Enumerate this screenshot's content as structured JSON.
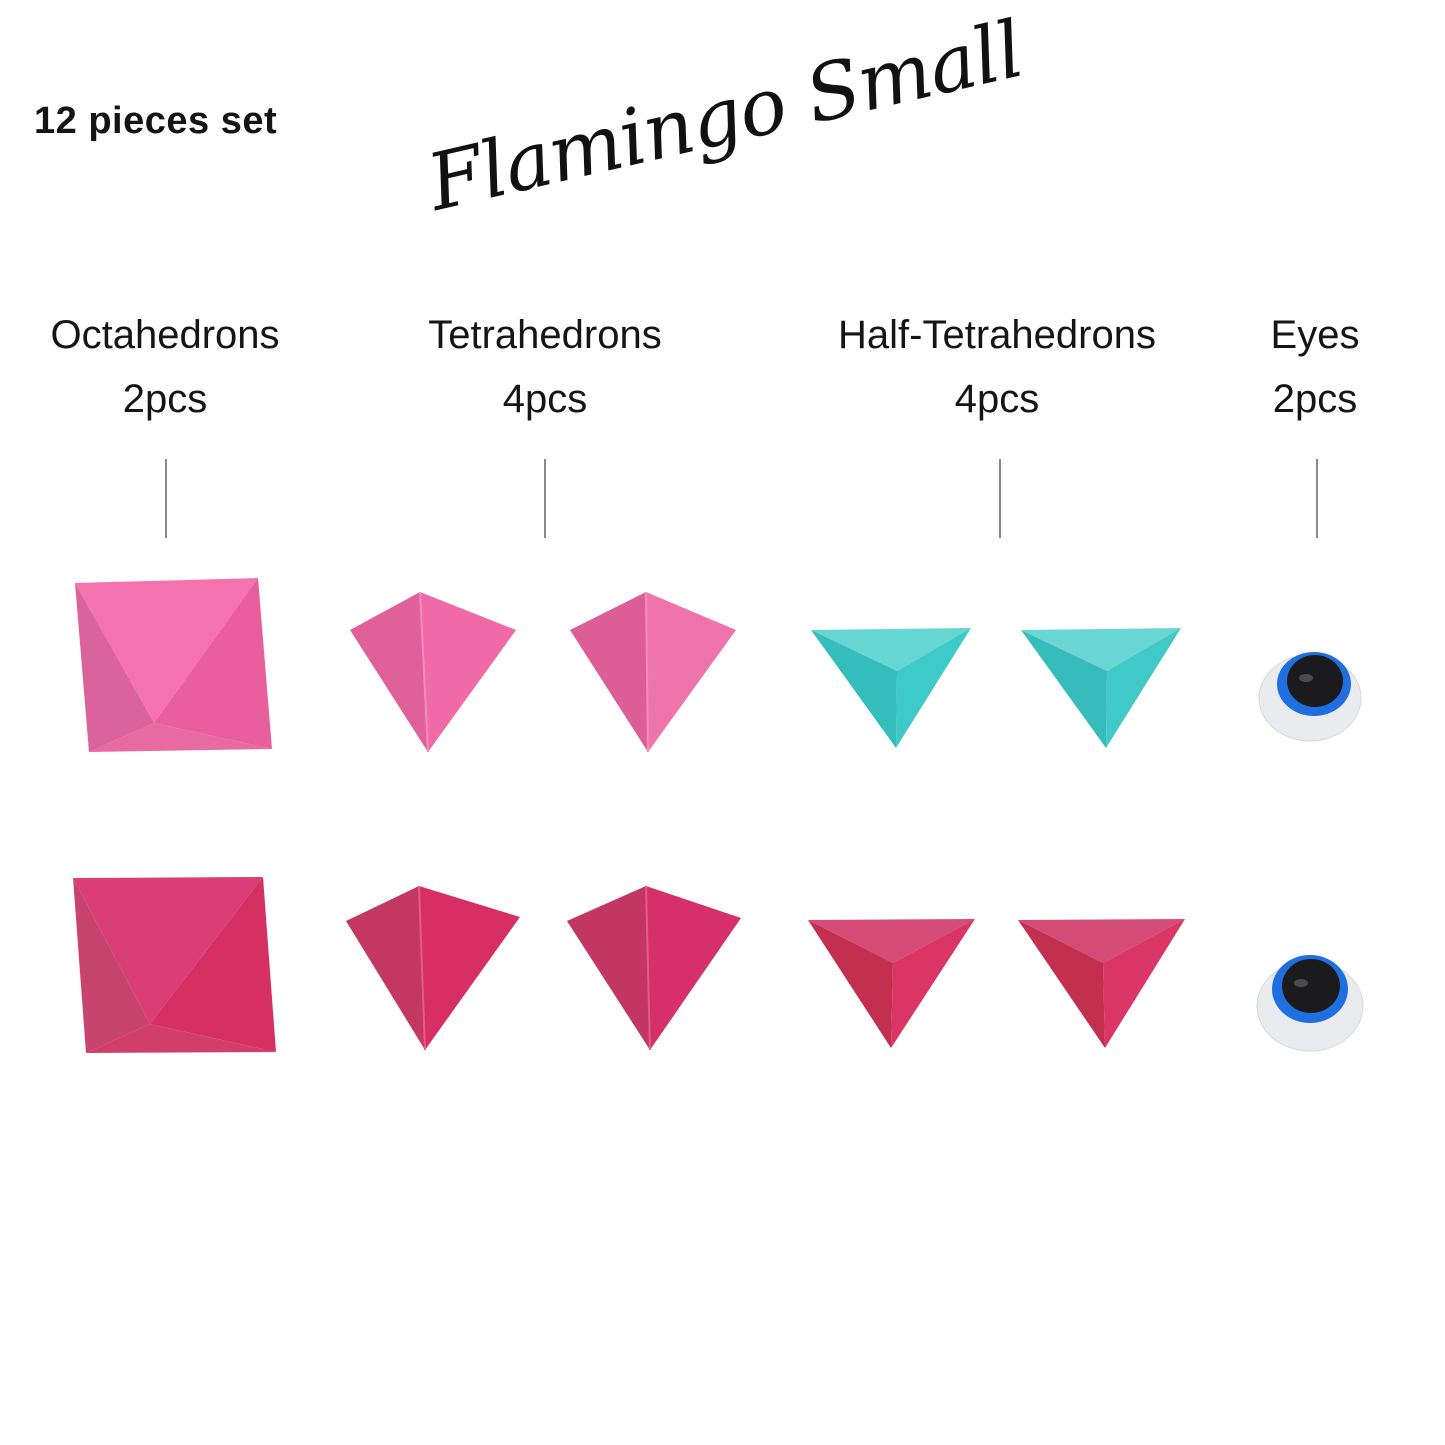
{
  "header": {
    "set_label": "12 pieces set",
    "title": "Flamingo Small"
  },
  "categories": [
    {
      "name": "Octahedrons",
      "qty": "2pcs"
    },
    {
      "name": "Tetrahedrons",
      "qty": "4pcs"
    },
    {
      "name": "Half-Tetrahedrons",
      "qty": "4pcs"
    },
    {
      "name": "Eyes",
      "qty": "2pcs"
    }
  ],
  "pieces": {
    "row1": [
      {
        "type": "octahedron",
        "color": "#f06aa8"
      },
      {
        "type": "tetrahedron",
        "color": "#ee68a6"
      },
      {
        "type": "tetrahedron",
        "color": "#ec6aa5"
      },
      {
        "type": "half-tetrahedron",
        "color": "#3fcbc9"
      },
      {
        "type": "half-tetrahedron",
        "color": "#3fcbc9"
      },
      {
        "type": "eye",
        "color": "#1f6fe0"
      }
    ],
    "row2": [
      {
        "type": "octahedron",
        "color": "#da2f6a"
      },
      {
        "type": "tetrahedron",
        "color": "#d62a63"
      },
      {
        "type": "tetrahedron",
        "color": "#d62a63"
      },
      {
        "type": "half-tetrahedron",
        "color": "#da2f65"
      },
      {
        "type": "half-tetrahedron",
        "color": "#da2f65"
      },
      {
        "type": "eye",
        "color": "#1f6fe0"
      }
    ]
  },
  "colors": {
    "light_pink": "#f06aa8",
    "dark_pink": "#d62a63",
    "turquoise": "#3fcbc9",
    "eye_iris": "#1f6fe0",
    "tick_gray": "#8a8a8a"
  }
}
